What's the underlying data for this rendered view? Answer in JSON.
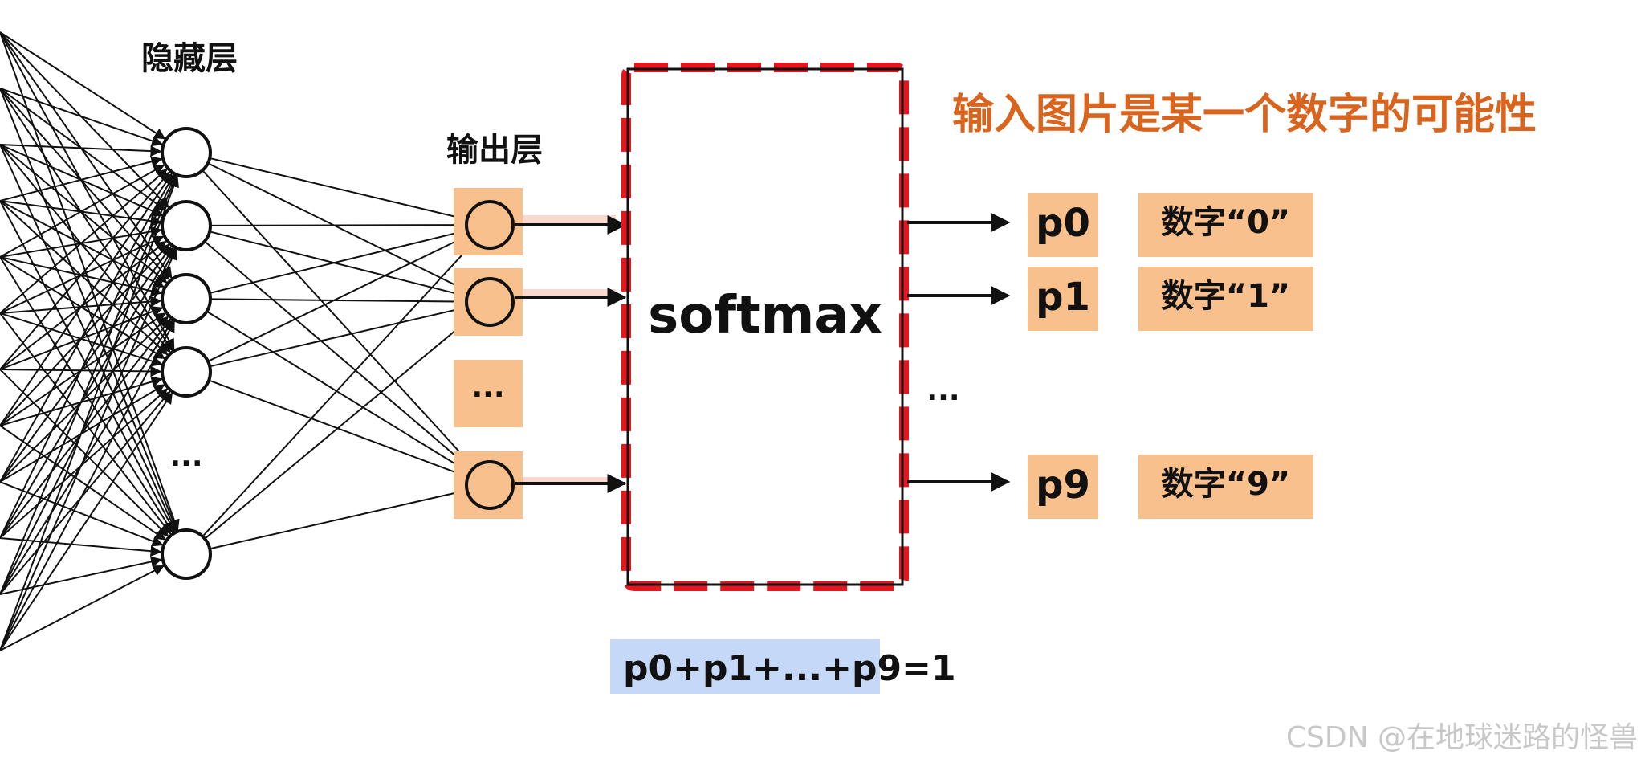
{
  "hidden_layer_label": "隐藏层",
  "output_layer_label": "输出层",
  "hidden_ellipsis": "...",
  "output_ellipsis": "...",
  "mid_ellipsis": "...",
  "softmax_label": "softmax",
  "header_text": "输入图片是某一个数字的可能性",
  "probabilities": [
    {
      "p": "p0",
      "digit": "数字“0”"
    },
    {
      "p": "p1",
      "digit": "数字“1”"
    },
    {
      "p": "p9",
      "digit": "数字“9”"
    }
  ],
  "sum_equation": "p0+p1+...+p9=1",
  "watermark": "CSDN @在地球迷路的怪兽",
  "colors": {
    "orange_box": "#F8C08C",
    "dashed_border": "#E8141E",
    "header_text": "#D9641E",
    "equation_bg": "#C6D8F8"
  }
}
